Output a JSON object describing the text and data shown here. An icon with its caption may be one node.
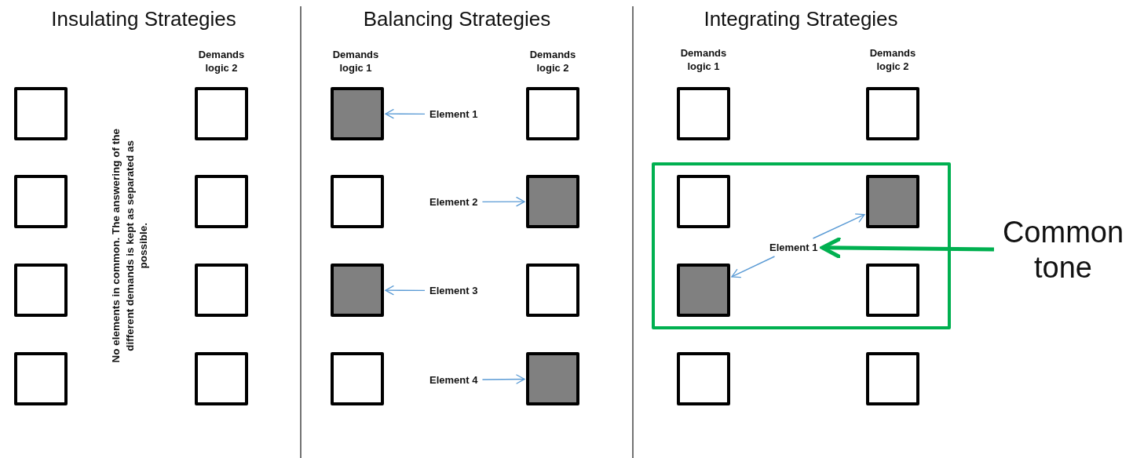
{
  "diagram": {
    "nodes": [
      {
        "text": [],
        "shape": "box"
      },
      {
        "text": [],
        "shape": "box"
      },
      {
        "text": [],
        "shape": "box"
      },
      {
        "text": [],
        "shape": "box"
      },
      {
        "text": [],
        "shape": "box"
      },
      {
        "text": [],
        "shape": "box"
      },
      {
        "text": [],
        "shape": "box"
      },
      {
        "text": [],
        "shape": "box"
      },
      {
        "text": [],
        "shape": "box"
      },
      {
        "text": [
          "Element 1"
        ]
      },
      {
        "text": [],
        "shape": "box"
      },
      {
        "text": [],
        "shape": "box"
      },
      {
        "text": [
          "Element 2"
        ]
      },
      {
        "text": [],
        "shape": "box"
      },
      {
        "text": [],
        "shape": "box"
      },
      {
        "text": [
          "Element 3"
        ]
      },
      {
        "text": [],
        "shape": "box"
      },
      {
        "text": [],
        "shape": "box"
      },
      {
        "text": [
          "Element 4"
        ]
      },
      {
        "text": [],
        "shape": "box"
      },
      {
        "text": [],
        "shape": "box"
      },
      {
        "text": [],
        "shape": "box"
      },
      {
        "text": [],
        "shape": "box"
      },
      {
        "text": [],
        "shape": "box",
        "in": 22
      },
      {
        "text": [],
        "shape": "box",
        "in": 22
      },
      {
        "text": [
          "Element 1"
        ],
        "in": 22
      },
      {
        "text": [],
        "shape": "box",
        "in": 22
      },
      {
        "text": [],
        "shape": "box",
        "in": 22
      },
      {
        "text": [
          "Common tone"
        ]
      },
      {
        "text": [],
        "shape": "box"
      },
      {
        "text": [],
        "shape": "box"
      }
    ],
    "edges": [
      {
        "from": 9,
        "to": 8,
        "arrow": "to"
      },
      {
        "from": 12,
        "to": 13,
        "arrow": "to"
      },
      {
        "from": 15,
        "to": 14,
        "arrow": "to"
      },
      {
        "from": 18,
        "to": 19,
        "arrow": "to"
      },
      {
        "from": 25,
        "to": 24,
        "arrow": "to"
      },
      {
        "from": 25,
        "to": 26,
        "arrow": "to"
      },
      {
        "from": 28,
        "to": 25,
        "arrow": "to",
        "style": "thick",
        "color": "#00b050"
      }
    ],
    "labels": [
      "Insulating Strategies",
      "Demands logic 2",
      "No elements in common. The answering of the different demands is kept as separated as possible.",
      "Balancing Strategies",
      "Demands logic 1",
      "Demands logic 2",
      "Integrating Strategies",
      "Demands logic 1",
      "Demands logic 2"
    ]
  }
}
